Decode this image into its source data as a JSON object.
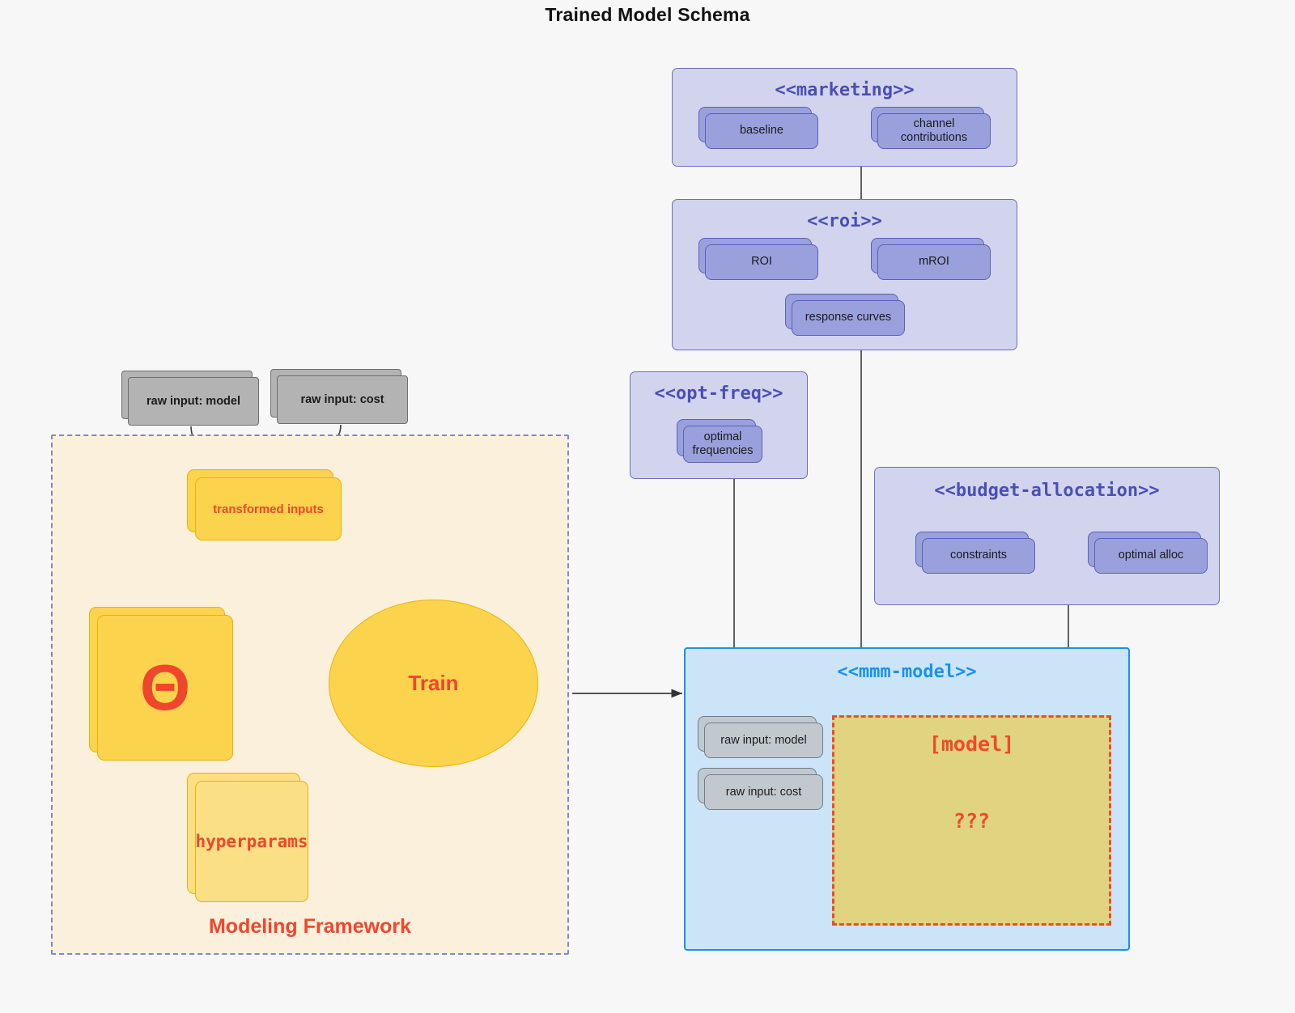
{
  "title": "Trained Model Schema",
  "packages": {
    "marketing": {
      "name": "<<marketing>>",
      "cards": [
        "baseline",
        "channel contributions"
      ]
    },
    "roi": {
      "name": "<<roi>>",
      "cards": [
        "ROI",
        "mROI",
        "response curves"
      ]
    },
    "opt_freq": {
      "name": "<<opt-freq>>",
      "cards": [
        "optimal\nfrequencies"
      ],
      "card_line1": "optimal",
      "card_line2": "frequencies"
    },
    "budget_allocation": {
      "name": "<<budget-allocation>>",
      "cards": [
        "constraints",
        "optimal alloc"
      ]
    },
    "mmm_model": {
      "name": "<<mmm-model>>",
      "inputs": [
        "raw input: model",
        "raw input: cost"
      ],
      "model_placeholder": "[model]",
      "model_unknown": "???"
    }
  },
  "framework": {
    "label": "Modeling Framework",
    "raw_inputs": [
      "raw input: model",
      "raw input: cost"
    ],
    "transformed": "transformed inputs",
    "theta": "Θ",
    "hyperparams": "hyperparams",
    "train": "Train"
  },
  "colors": {
    "package_fill": "#d2d4ee",
    "package_stroke": "#6a6fc4",
    "package_title": "#4a4fb5",
    "card_fill": "#9aa0dc",
    "card_stroke": "#5a60bb",
    "model_fill": "#cbe4f7",
    "model_stroke": "#1a92ef",
    "framework_fill": "#faf0dc",
    "framework_stroke": "#7d86d8",
    "accent_red": "#f0462d",
    "yellow_fill": "#fbd34d",
    "yellow_stroke": "#eab308",
    "gray_fill": "#b3b3b3",
    "gray_stroke": "#6e6e6e",
    "model_box_fill": "#e0d481"
  }
}
